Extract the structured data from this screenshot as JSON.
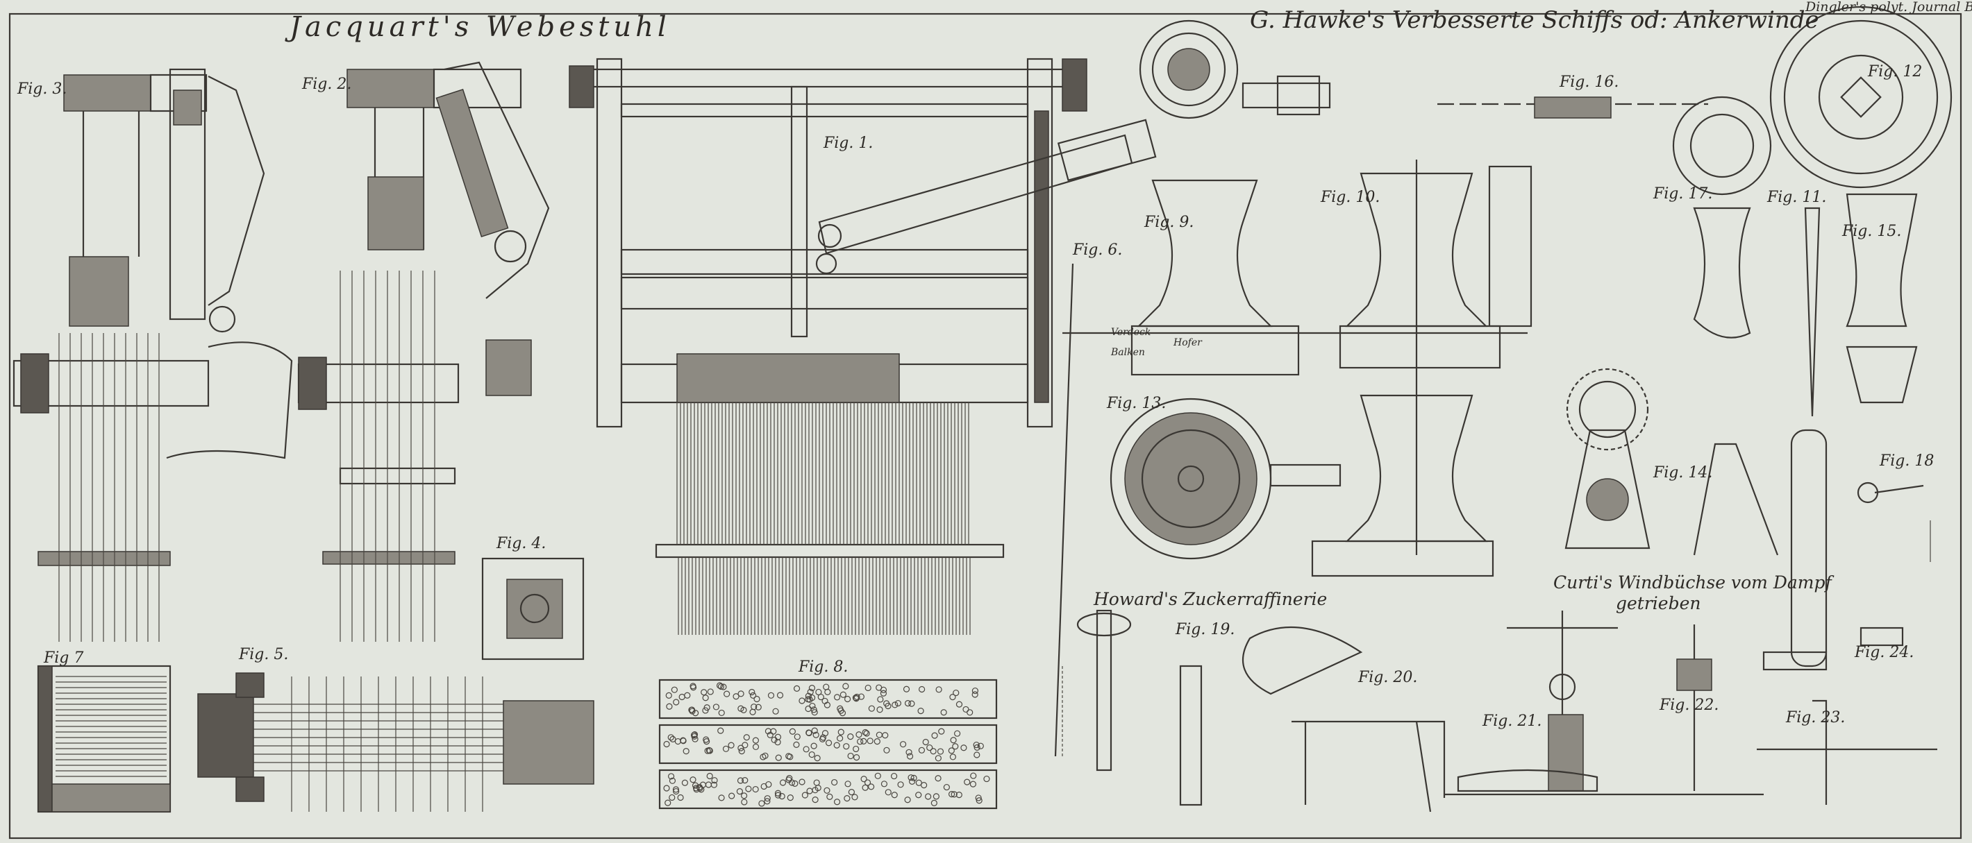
{
  "header": {
    "journal_ref": "Dingler's polyt. Journal Bd. XXVI. Tb VII"
  },
  "titles": {
    "jacquard": "Jacquart's Webestuhl",
    "hawke": "G. Hawke's Verbesserte Schiffs od: Ankerwinde",
    "howard": "Howard's Zuckerraffinerie",
    "curti_line1": "Curti's Windbüchse vom Dampf",
    "curti_line2": "getrieben"
  },
  "figures": {
    "fig1": "Fig. 1.",
    "fig2": "Fig. 2.",
    "fig3": "Fig. 3.",
    "fig4": "Fig. 4.",
    "fig5": "Fig. 5.",
    "fig6": "Fig. 6.",
    "fig7": "Fig 7",
    "fig8": "Fig. 8.",
    "fig9": "Fig. 9.",
    "fig10": "Fig. 10.",
    "fig11": "Fig. 11.",
    "fig12": "Fig. 12",
    "fig13": "Fig. 13.",
    "fig14": "Fig. 14.",
    "fig15": "Fig. 15.",
    "fig16": "Fig. 16.",
    "fig17": "Fig. 17.",
    "fig18": "Fig. 18",
    "fig19": "Fig. 19.",
    "fig20": "Fig. 20.",
    "fig21": "Fig. 21.",
    "fig22": "Fig. 22.",
    "fig23": "Fig. 23.",
    "fig24": "Fig. 24."
  },
  "part_labels": {
    "verdeck": "Verdeck",
    "balken": "Balken",
    "hoefer": "Hofer"
  }
}
